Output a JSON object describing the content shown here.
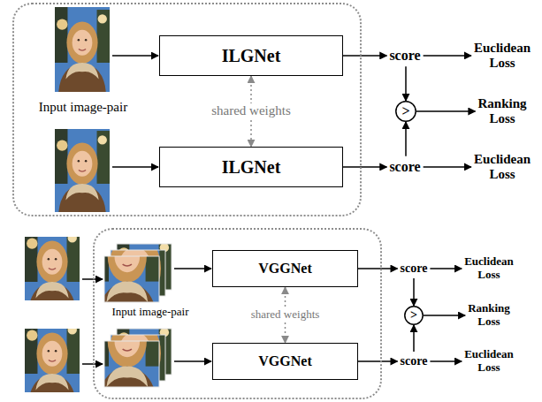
{
  "diagram": {
    "nodes": [
      {
        "text": [
          "Input image-pair"
        ]
      },
      {
        "text": [
          "ILGNet"
        ],
        "in": 0
      },
      {
        "text": [
          "ILGNet"
        ],
        "in": 0
      },
      {
        "text": [
          "score"
        ]
      },
      {
        "text": [
          "score"
        ]
      },
      {
        "text": [
          "Euclidean Loss"
        ]
      },
      {
        "text": [
          ">"
        ]
      },
      {
        "text": [
          "Ranking Loss"
        ]
      },
      {
        "text": [
          "Euclidean Loss"
        ]
      },
      {
        "text": [
          "Input image-pair"
        ]
      },
      {
        "text": [
          "VGGNet"
        ],
        "in": 9
      },
      {
        "text": [
          "VGGNet"
        ],
        "in": 9
      },
      {
        "text": [
          "score"
        ]
      },
      {
        "text": [
          "score"
        ]
      },
      {
        "text": [
          "Euclidean Loss"
        ]
      },
      {
        "text": [
          ">"
        ]
      },
      {
        "text": [
          "Ranking Loss"
        ]
      },
      {
        "text": [
          "Euclidean Loss"
        ]
      }
    ],
    "edges": [
      {
        "from": 1,
        "to": 2,
        "arrow": "both",
        "label": "shared weights"
      },
      {
        "from": 1,
        "to": 3,
        "arrow": "to"
      },
      {
        "from": 2,
        "to": 4,
        "arrow": "to"
      },
      {
        "from": 3,
        "to": 5,
        "arrow": "to"
      },
      {
        "from": 4,
        "to": 8,
        "arrow": "to"
      },
      {
        "from": 3,
        "to": 6,
        "arrow": "to"
      },
      {
        "from": 4,
        "to": 6,
        "arrow": "to"
      },
      {
        "from": 6,
        "to": 7,
        "arrow": "to"
      },
      {
        "from": 10,
        "to": 11,
        "arrow": "both",
        "label": "shared weights"
      },
      {
        "from": 10,
        "to": 12,
        "arrow": "to"
      },
      {
        "from": 11,
        "to": 13,
        "arrow": "to"
      },
      {
        "from": 12,
        "to": 14,
        "arrow": "to"
      },
      {
        "from": 13,
        "to": 17,
        "arrow": "to"
      },
      {
        "from": 12,
        "to": 15,
        "arrow": "to"
      },
      {
        "from": 13,
        "to": 15,
        "arrow": "to"
      },
      {
        "from": 15,
        "to": 16,
        "arrow": "to"
      }
    ]
  }
}
